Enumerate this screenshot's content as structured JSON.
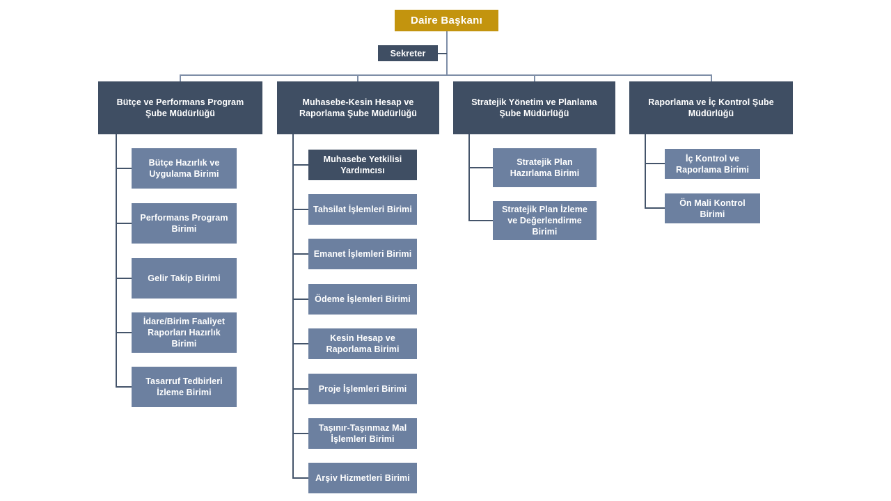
{
  "colors": {
    "gold": "#C3940E",
    "dark": "#3F4E63",
    "light": "#6C80A0",
    "topline": "#7E8EA7",
    "colline": "#44546A",
    "text": "#FFFFFF",
    "background": "#FFFFFF"
  },
  "root": {
    "label": "Daire Başkanı"
  },
  "assistant": {
    "label": "Sekreter"
  },
  "branches": [
    {
      "label": "Bütçe ve Performans Program\nŞube Müdürlüğü",
      "children": [
        {
          "label": "Bütçe Hazırlık ve\nUygulama Birimi"
        },
        {
          "label": "Performans Program\nBirimi"
        },
        {
          "label": "Gelir Takip Birimi"
        },
        {
          "label": "İdare/Birim Faaliyet\nRaporları Hazırlık\nBirimi"
        },
        {
          "label": "Tasarruf Tedbirleri\nİzleme Birimi"
        }
      ]
    },
    {
      "label": "Muhasebe-Kesin Hesap ve\nRaporlama Şube Müdürlüğü",
      "children": [
        {
          "label": "Muhasebe Yetkilisi\nYardımcısı",
          "variant": "dark"
        },
        {
          "label": "Tahsilat İşlemleri Birimi"
        },
        {
          "label": "Emanet İşlemleri Birimi"
        },
        {
          "label": "Ödeme İşlemleri Birimi"
        },
        {
          "label": "Kesin Hesap ve\nRaporlama Birimi"
        },
        {
          "label": "Proje İşlemleri Birimi"
        },
        {
          "label": "Taşınır-Taşınmaz Mal\nİşlemleri Birimi"
        },
        {
          "label": "Arşiv Hizmetleri Birimi"
        }
      ]
    },
    {
      "label": "Stratejik Yönetim ve Planlama\nŞube Müdürlüğü",
      "children": [
        {
          "label": "Stratejik Plan\nHazırlama Birimi"
        },
        {
          "label": "Stratejik Plan İzleme\nve Değerlendirme\nBirimi"
        }
      ]
    },
    {
      "label": "Raporlama ve İç Kontrol Şube\nMüdürlüğü",
      "children": [
        {
          "label": "İç Kontrol ve\nRaporlama Birimi"
        },
        {
          "label": "Ön Mali Kontrol\nBirimi"
        }
      ]
    }
  ]
}
